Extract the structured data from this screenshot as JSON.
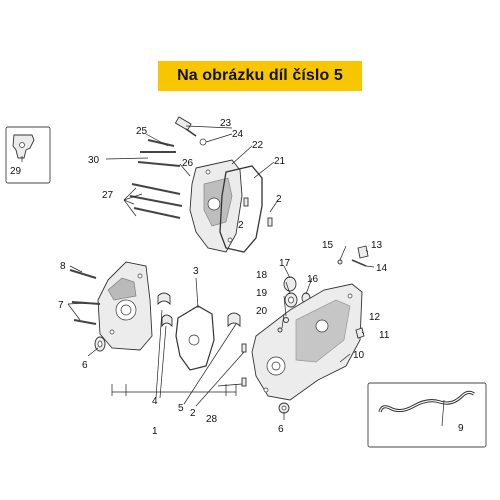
{
  "banner": {
    "text": "Na obrázku díl číslo 5",
    "color": "#f7c600"
  },
  "callouts": [
    "1",
    "2",
    "2",
    "2",
    "3",
    "4",
    "5",
    "6",
    "6",
    "7",
    "8",
    "9",
    "10",
    "11",
    "12",
    "13",
    "14",
    "15",
    "16",
    "17",
    "18",
    "19",
    "20",
    "21",
    "22",
    "23",
    "24",
    "25",
    "26",
    "27",
    "28",
    "29",
    "30"
  ]
}
